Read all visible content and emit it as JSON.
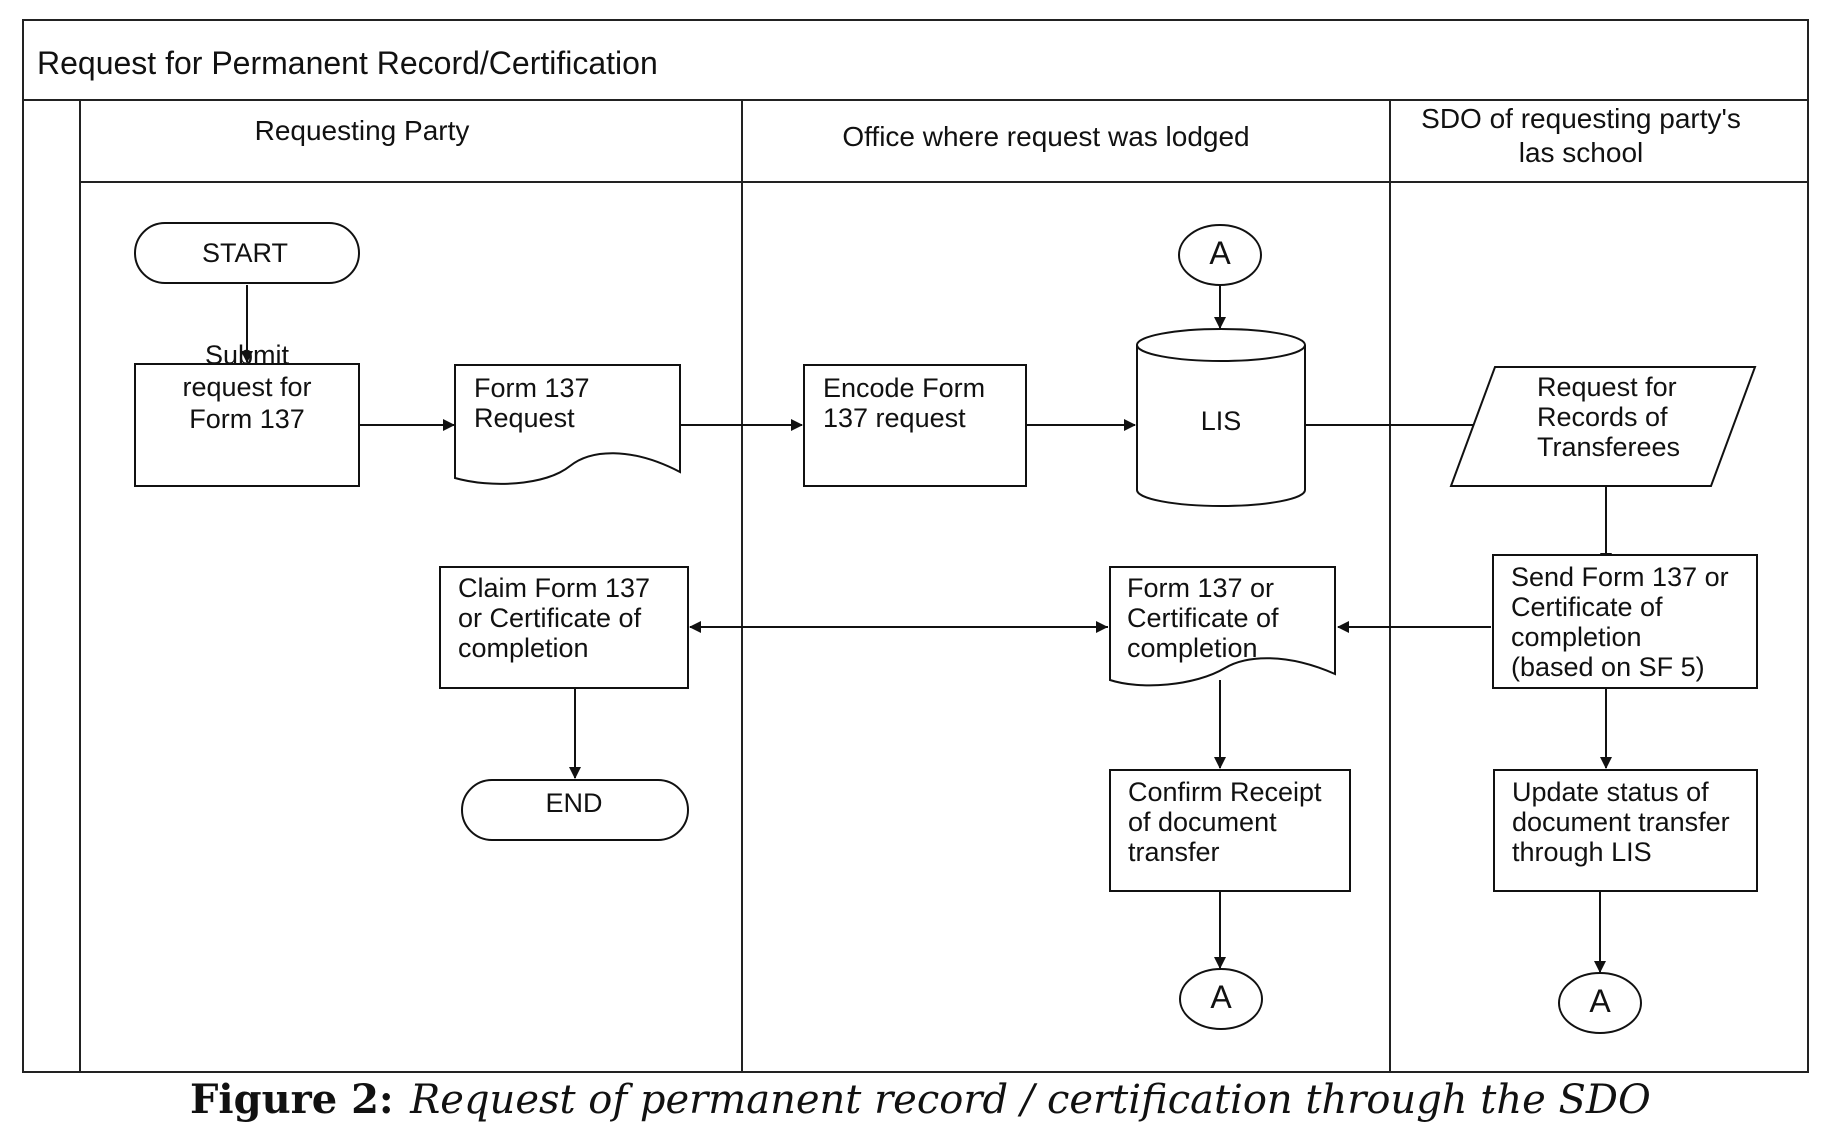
{
  "title": "Request for Permanent Record/Certification",
  "lanes": [
    {
      "id": "requesting-party",
      "label": [
        "Requesting Party"
      ]
    },
    {
      "id": "office-lodged",
      "label": [
        "Office where request was lodged"
      ]
    },
    {
      "id": "sdo",
      "label": [
        "SDO of requesting party's",
        "las school"
      ]
    }
  ],
  "nodes": {
    "start": {
      "text": [
        "START"
      ]
    },
    "submit": {
      "text": [
        "Submit",
        "request for",
        "Form 137"
      ]
    },
    "form-request": {
      "text": [
        "Form 137",
        "Request"
      ]
    },
    "encode": {
      "text": [
        "Encode Form",
        "137 request"
      ]
    },
    "lis": {
      "text": [
        "LIS"
      ]
    },
    "connector-top": {
      "text": [
        "A"
      ]
    },
    "records-transferees": {
      "text": [
        "Request for",
        "Records of",
        "Transferees"
      ]
    },
    "send-form": {
      "text": [
        "Send Form 137 or",
        "Certificate of",
        "completion",
        "(based on SF 5)"
      ]
    },
    "form-cert": {
      "text": [
        "Form 137 or",
        "Certificate of",
        "completion"
      ]
    },
    "claim": {
      "text": [
        "Claim Form 137",
        "or Certificate of",
        "completion"
      ]
    },
    "end": {
      "text": [
        "END"
      ]
    },
    "confirm": {
      "text": [
        "Confirm Receipt",
        "of document",
        "transfer"
      ]
    },
    "update": {
      "text": [
        "Update status of",
        "document transfer",
        "through LIS"
      ]
    },
    "connector-bottom-1": {
      "text": [
        "A"
      ]
    },
    "connector-bottom-2": {
      "text": [
        "A"
      ]
    }
  },
  "caption": {
    "label": "Figure 2:",
    "text": "Request of permanent record / certification through the SDO"
  }
}
